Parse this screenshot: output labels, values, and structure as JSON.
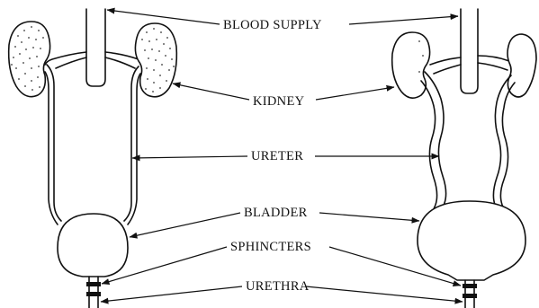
{
  "labels": {
    "blood_supply": "BLOOD SUPPLY",
    "kidney": "KIDNEY",
    "ureter": "URETER",
    "bladder": "BLADDER",
    "sphincters": "SPHINCTERS",
    "urethra": "URETHRA"
  }
}
